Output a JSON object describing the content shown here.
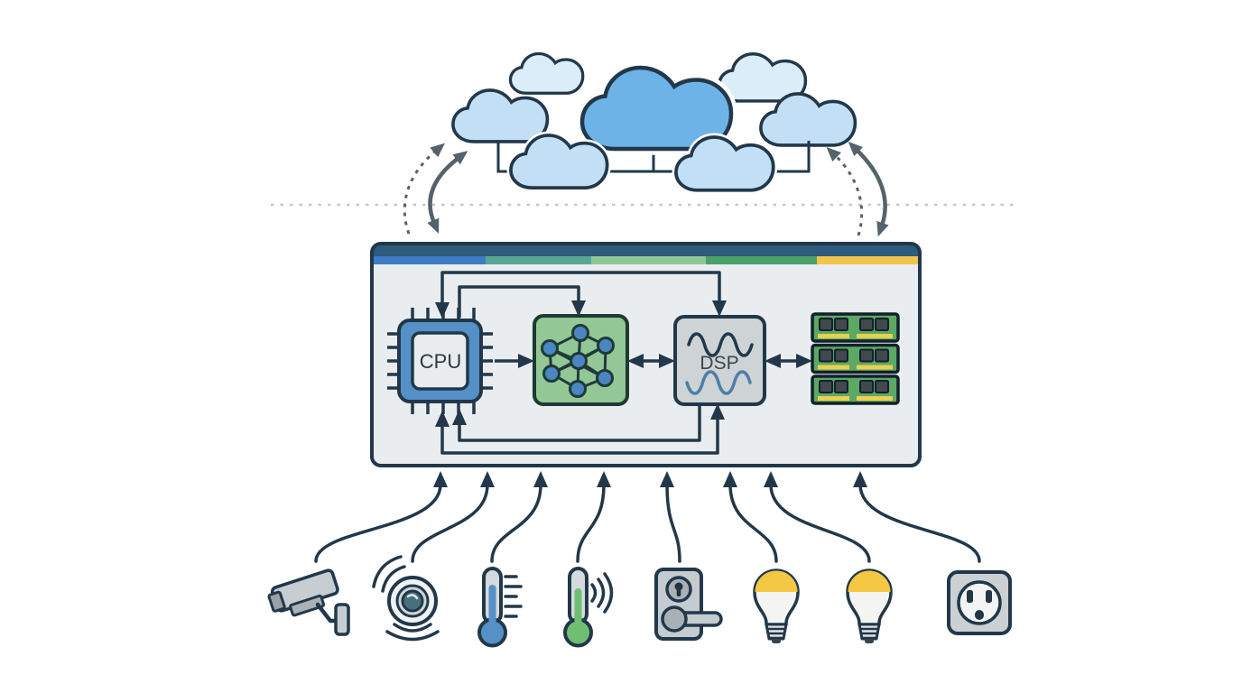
{
  "diagram": {
    "description": "Edge AI hub diagram: cloud cluster linked to an edge gateway board with CPU, neural network accelerator, DSP and memory, receiving inputs from smart-home devices"
  },
  "hub": {
    "cpu_label": "CPU",
    "dsp_label": "DSP",
    "components": [
      {
        "name": "cpu-chip"
      },
      {
        "name": "neural-network-accelerator"
      },
      {
        "name": "dsp-block"
      },
      {
        "name": "memory-modules",
        "module_count": 3
      }
    ]
  },
  "cloud_cluster": {
    "cloud_count": 7
  },
  "links": {
    "cloud_sync": [
      "dashed-uplink-left",
      "solid-bidirectional-left",
      "dashed-uplink-right",
      "solid-bidirectional-right"
    ],
    "internal_buses": [
      "cpu-to-nn",
      "nn-dsp-bidirectional",
      "dsp-ram-bidirectional",
      "top-feedback-loop",
      "bottom-feedback-loop"
    ],
    "device_uplinks": 8
  },
  "devices": [
    {
      "name": "security-camera"
    },
    {
      "name": "motion-sensor"
    },
    {
      "name": "thermometer"
    },
    {
      "name": "wireless-thermometer"
    },
    {
      "name": "smart-door-lock"
    },
    {
      "name": "smart-bulb"
    },
    {
      "name": "smart-bulb"
    },
    {
      "name": "power-outlet"
    }
  ],
  "colors": {
    "ink": "#22384a",
    "hub_fill": "#e9edef",
    "header_navy": "#2e5a7c",
    "strip_blue": "#3e7dc4",
    "strip_teal": "#58a796",
    "strip_light_green": "#8fc794",
    "strip_green": "#4aa06a",
    "strip_yellow": "#f2c44d",
    "cpu_blue": "#5590c7",
    "cpu_inner": "#e9eced",
    "nn_green": "#93c795",
    "node_blue": "#4a86c2",
    "dsp_gray": "#ced3d5",
    "wave_dark": "#22384a",
    "wave_blue": "#4e7ea7",
    "ram_green": "#5da865",
    "ram_chip": "#41484e",
    "ram_contact": "#e9d04e",
    "cloud_blue": "#6db3e8",
    "cloud_light": "#c3dff5",
    "cloud_lighter": "#dcedfa",
    "device_gray": "#c7cdd1",
    "bulb_yellow": "#f5c843",
    "thermo_blue": "#5590c7",
    "thermo_green": "#6fbf73",
    "sensor_lens": "#47707a",
    "arrow_gray": "#566269",
    "dotted_line": "#c4c8cb"
  }
}
